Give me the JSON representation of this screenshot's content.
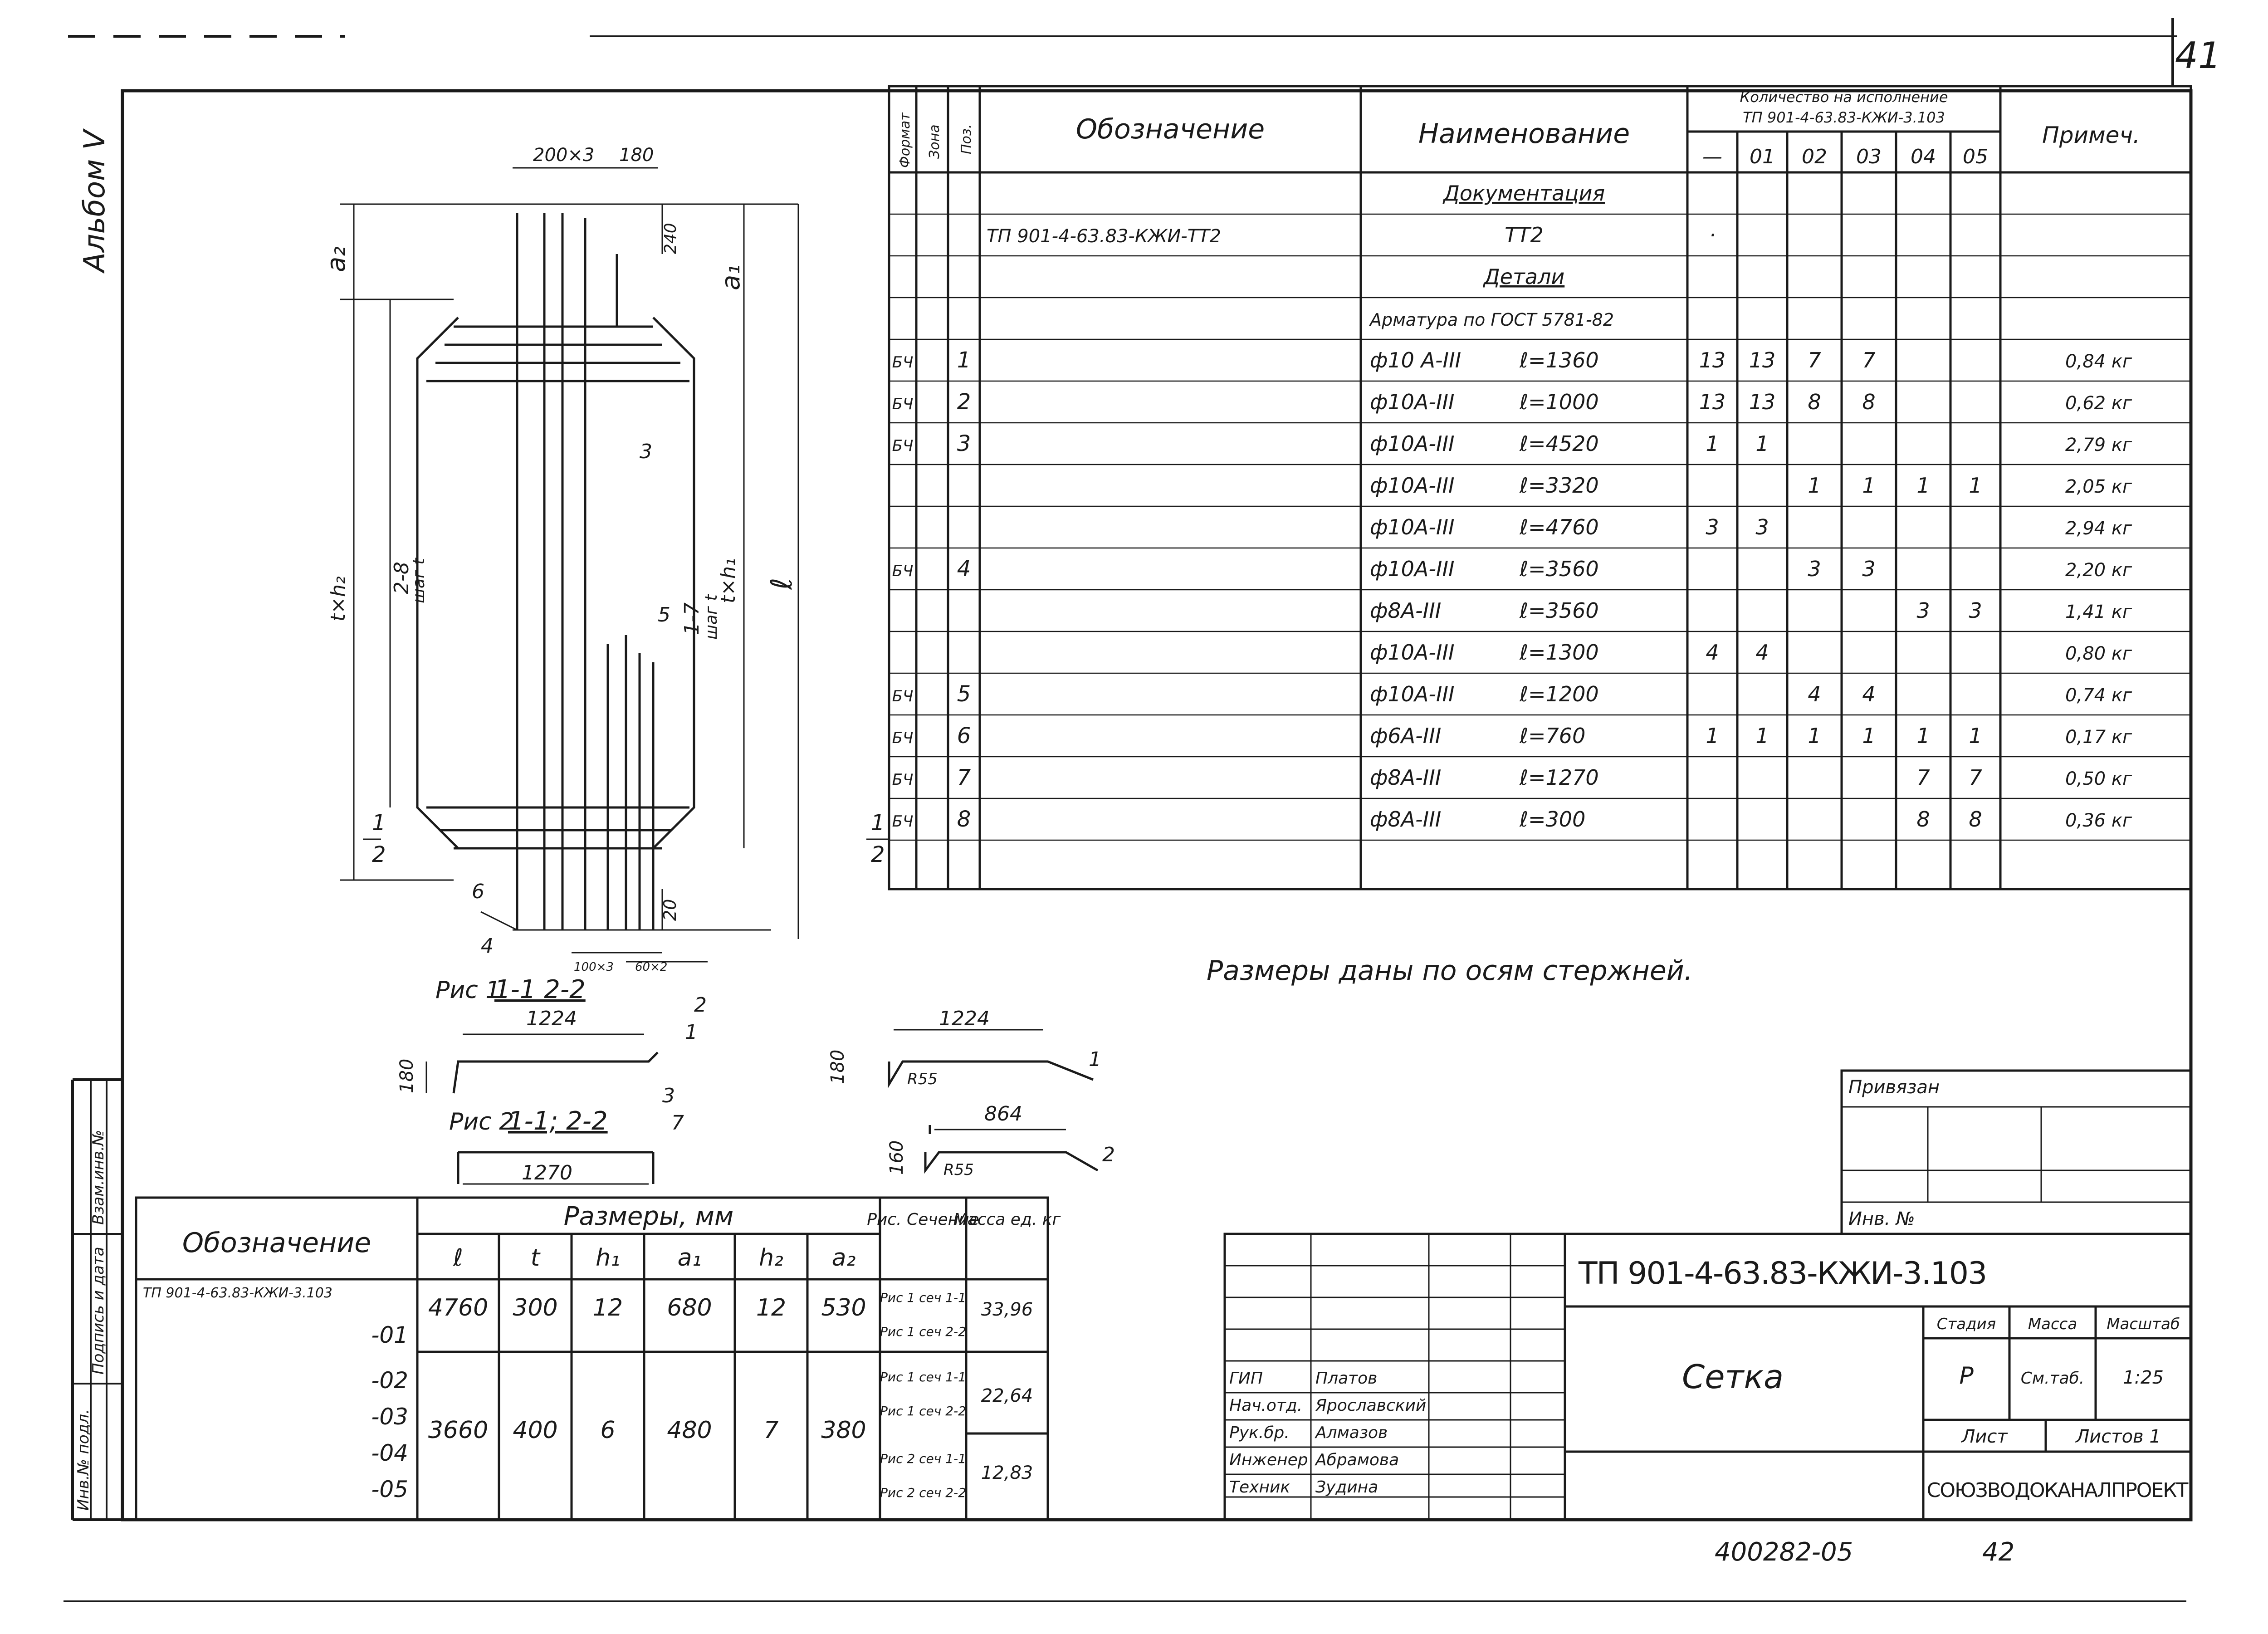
{
  "page_number": "41",
  "album": "Альбом V",
  "left_stamp": {
    "col1": "Инв.№ подл.",
    "col2": "Подпись и дата",
    "col3": "Взам.инв.№"
  },
  "spec_table": {
    "headers": {
      "format": "Формат",
      "zone": "Зона",
      "pos": "Поз.",
      "designation": "Обозначение",
      "name": "Наименование",
      "qty": "Количество на исполнение",
      "qty_sub": "ТП 901-4-63.83-КЖИ-3.103",
      "note": "Примеч."
    },
    "qty_cols": [
      "—",
      "01",
      "02",
      "03",
      "04",
      "05"
    ],
    "rows": [
      {
        "fmt": "",
        "pos": "",
        "des": "",
        "name": "Документация",
        "len": "",
        "q": [
          "",
          "",
          "",
          "",
          "",
          ""
        ],
        "note": ""
      },
      {
        "fmt": "",
        "pos": "",
        "des": "ТП 901-4-63.83-КЖИ-ТТ2",
        "name": "ТТ2",
        "len": "",
        "q": [
          "·",
          "",
          "",
          "",
          "",
          ""
        ],
        "note": ""
      },
      {
        "fmt": "",
        "pos": "",
        "des": "",
        "name": "Детали",
        "len": "",
        "q": [
          "",
          "",
          "",
          "",
          "",
          ""
        ],
        "note": ""
      },
      {
        "fmt": "",
        "pos": "",
        "des": "",
        "name": "Арматура по ГОСТ 5781-82",
        "len": "",
        "q": [
          "",
          "",
          "",
          "",
          "",
          ""
        ],
        "note": ""
      },
      {
        "fmt": "БЧ",
        "pos": "1",
        "des": "",
        "name": "ф10 А-III",
        "len": "ℓ=1360",
        "q": [
          "13",
          "13",
          "7",
          "7",
          "",
          ""
        ],
        "note": "0,84 кг"
      },
      {
        "fmt": "БЧ",
        "pos": "2",
        "des": "",
        "name": "ф10А-III",
        "len": "ℓ=1000",
        "q": [
          "13",
          "13",
          "8",
          "8",
          "",
          ""
        ],
        "note": "0,62 кг"
      },
      {
        "fmt": "БЧ",
        "pos": "3",
        "des": "",
        "name": "ф10А-III",
        "len": "ℓ=4520",
        "q": [
          "1",
          "1",
          "",
          "",
          "",
          ""
        ],
        "note": "2,79 кг"
      },
      {
        "fmt": "",
        "pos": "",
        "des": "",
        "name": "ф10А-III",
        "len": "ℓ=3320",
        "q": [
          "",
          "",
          "1",
          "1",
          "1",
          "1"
        ],
        "note": "2,05 кг"
      },
      {
        "fmt": "",
        "pos": "",
        "des": "",
        "name": "ф10А-III",
        "len": "ℓ=4760",
        "q": [
          "3",
          "3",
          "",
          "",
          "",
          ""
        ],
        "note": "2,94 кг"
      },
      {
        "fmt": "БЧ",
        "pos": "4",
        "des": "",
        "name": "ф10А-III",
        "len": "ℓ=3560",
        "q": [
          "",
          "",
          "3",
          "3",
          "",
          ""
        ],
        "note": "2,20 кг"
      },
      {
        "fmt": "",
        "pos": "",
        "des": "",
        "name": "ф8А-III",
        "len": "ℓ=3560",
        "q": [
          "",
          "",
          "",
          "",
          "3",
          "3"
        ],
        "note": "1,41 кг"
      },
      {
        "fmt": "",
        "pos": "",
        "des": "",
        "name": "ф10А-III",
        "len": "ℓ=1300",
        "q": [
          "4",
          "4",
          "",
          "",
          "",
          ""
        ],
        "note": "0,80 кг"
      },
      {
        "fmt": "БЧ",
        "pos": "5",
        "des": "",
        "name": "ф10А-III",
        "len": "ℓ=1200",
        "q": [
          "",
          "",
          "4",
          "4",
          "",
          ""
        ],
        "note": "0,74 кг"
      },
      {
        "fmt": "БЧ",
        "pos": "6",
        "des": "",
        "name": "ф6А-III",
        "len": "ℓ=760",
        "q": [
          "1",
          "1",
          "1",
          "1",
          "1",
          "1"
        ],
        "note": "0,17 кг"
      },
      {
        "fmt": "БЧ",
        "pos": "7",
        "des": "",
        "name": "ф8А-III",
        "len": "ℓ=1270",
        "q": [
          "",
          "",
          "",
          "",
          "7",
          "7"
        ],
        "note": "0,50 кг"
      },
      {
        "fmt": "БЧ",
        "pos": "8",
        "des": "",
        "name": "ф8А-III",
        "len": "ℓ=300",
        "q": [
          "",
          "",
          "",
          "",
          "8",
          "8"
        ],
        "note": "0,36 кг"
      },
      {
        "fmt": "",
        "pos": "",
        "des": "",
        "name": "",
        "len": "",
        "q": [
          "",
          "",
          "",
          "",
          "",
          ""
        ],
        "note": ""
      }
    ]
  },
  "drawing": {
    "dim_top": "200×3",
    "dim_180": "180",
    "dim_240": "240",
    "label_a2": "a₂",
    "label_a1": "a₁",
    "label_l": "ℓ",
    "label_txh2": "t×h₂",
    "label_28": "2-8",
    "label_shag_t": "шаг t",
    "label_17": "1-7",
    "label_shag_t2": "шаг t",
    "label_txh1": "t×h₁",
    "pos3": "3",
    "pos5": "5",
    "pos6": "6",
    "pos4": "4",
    "dim_20": "20",
    "dim_100x3": "100×3",
    "dim_60x2": "60×2",
    "sec1": "1",
    "sec2": "2",
    "sec1r": "1",
    "sec2r": "2"
  },
  "figures": {
    "fig1_caption": "Рис 1",
    "fig1_sections": "1-1  2-2",
    "fig1_len": "1224",
    "fig1_h": "180",
    "fig1_p2": "2",
    "fig1_p1": "1",
    "fig2_caption": "Рис 2",
    "fig2_sections": "1-1; 2-2",
    "fig2_p3": "3",
    "fig2_p7": "7",
    "fig2_len": "1270",
    "det1_len": "1224",
    "det1_h": "180",
    "det1_r": "R55",
    "det1_p": "1",
    "det2_len": "864",
    "det2_h": "160",
    "det2_r": "R55",
    "det2_p": "2"
  },
  "note_text": "Размеры даны по осям стержней.",
  "variants_table": {
    "h_designation": "Обозначение",
    "h_sizes": "Размеры, мм",
    "h_fig": "Рис. Сечение",
    "h_mass": "Масса ед. кг",
    "col_names": [
      "ℓ",
      "t",
      "h₁",
      "a₁",
      "h₂",
      "a₂"
    ],
    "base": "ТП 901-4-63.83-КЖИ-3.103",
    "variants": [
      "-01",
      "-02",
      "-03",
      "-04",
      "-05"
    ],
    "row1": [
      "4760",
      "300",
      "12",
      "680",
      "12",
      "530"
    ],
    "row2": [
      "3660",
      "400",
      "6",
      "480",
      "7",
      "380"
    ],
    "figs": [
      "Рис 1 сеч 1-1",
      "Рис 1 сеч 2-2",
      "Рис 1 сеч 1-1",
      "Рис 1 сеч 2-2",
      "Рис 2 сеч 1-1",
      "Рис 2 сеч 2-2"
    ],
    "masses": [
      "33,96",
      "22,64",
      "12,83"
    ]
  },
  "title_block": {
    "privyazan": "Привязан",
    "inv": "Инв. №",
    "code": "ТП 901-4-63.83-КЖИ-3.103",
    "title": "Сетка",
    "stage_h": "Стадия",
    "mass_h": "Масса",
    "scale_h": "Масштаб",
    "stage": "Р",
    "mass": "См.таб.",
    "scale": "1:25",
    "sheet_h": "Лист",
    "sheets_h": "Листов 1",
    "org": "СОЮЗВОДОКАНАЛПРОЕКТ",
    "people": [
      {
        "role": "ГИП",
        "name": "Платов"
      },
      {
        "role": "Нач.отд.",
        "name": "Ярославский"
      },
      {
        "role": "Рук.бр.",
        "name": "Алмазов"
      },
      {
        "role": "Инженер",
        "name": "Абрамова"
      },
      {
        "role": "Техник",
        "name": "Зудина"
      }
    ]
  },
  "bottom_code": "400282-05",
  "bottom_page": "42"
}
